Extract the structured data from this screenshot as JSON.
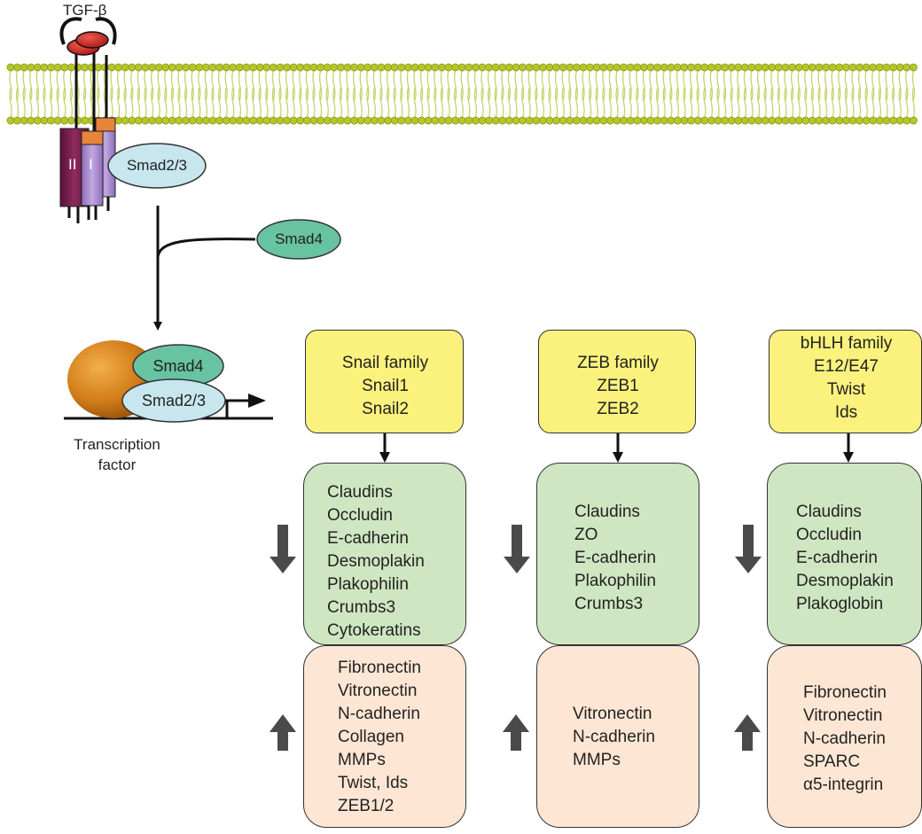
{
  "ligand": "TGF-β",
  "receptors": {
    "type2": "II",
    "type1": "I"
  },
  "smads": {
    "smad23": "Smad2/3",
    "smad4": "Smad4"
  },
  "nucleus": {
    "smad4": "Smad4",
    "smad23": "Smad2/3",
    "tf_label_line1": "Transcription",
    "tf_label_line2": "factor"
  },
  "families": [
    {
      "header": [
        "Snail family",
        "Snail1",
        "Snail2"
      ],
      "down": [
        "Claudins",
        "Occludin",
        "E-cadherin",
        "Desmoplakin",
        "Plakophilin",
        "Crumbs3",
        "Cytokeratins"
      ],
      "up": [
        "Fibronectin",
        "Vitronectin",
        "N-cadherin",
        "Collagen",
        "MMPs",
        "Twist, Ids",
        "ZEB1/2"
      ]
    },
    {
      "header": [
        "ZEB family",
        "ZEB1",
        "ZEB2"
      ],
      "down": [
        "Claudins",
        "ZO",
        "E-cadherin",
        "Plakophilin",
        "Crumbs3"
      ],
      "up": [
        "Vitronectin",
        "N-cadherin",
        "MMPs"
      ]
    },
    {
      "header": [
        "bHLH family",
        "E12/E47",
        "Twist",
        "Ids"
      ],
      "down": [
        "Claudins",
        "Occludin",
        "E-cadherin",
        "Desmoplakin",
        "Plakoglobin"
      ],
      "up": [
        "Fibronectin",
        "Vitronectin",
        "N-cadherin",
        "SPARC",
        "α5-integrin"
      ]
    }
  ],
  "colors": {
    "membrane": "#b4c628",
    "ligand": "#d42b2b",
    "receptor2": "#7a2150",
    "receptor1": "#a98ccd",
    "receptor1_cap": "#e8843a",
    "smad23": "#c8e6ee",
    "smad4": "#68c3a2",
    "tf": "#d88620",
    "header_box": "#fbf27d",
    "down_box": "#cfe6c2",
    "up_box": "#fde6d4",
    "big_arrow": "#4a4a4a"
  }
}
